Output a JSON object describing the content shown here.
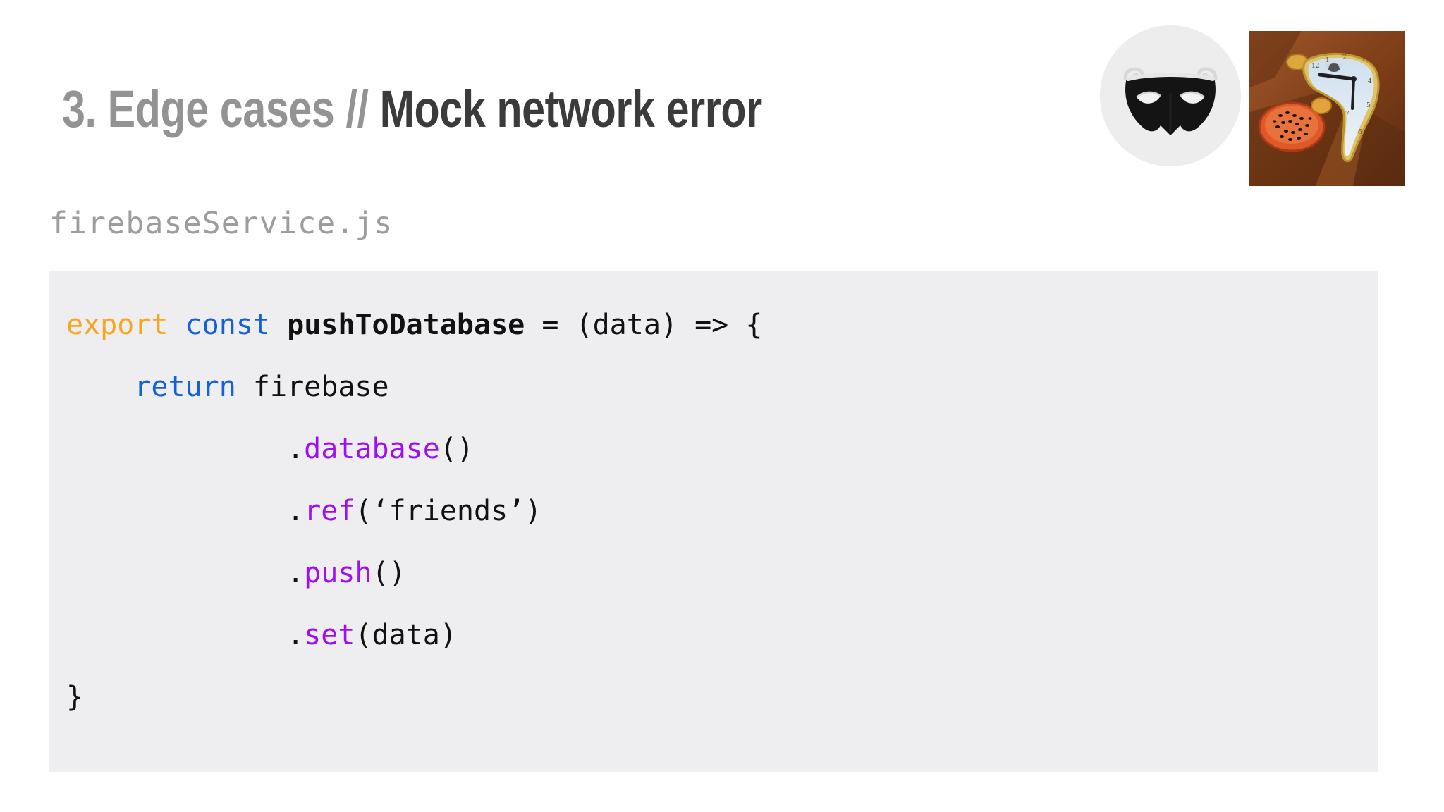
{
  "slide": {
    "background_color": "#ffffff",
    "title": {
      "prefix": "3. Edge cases // ",
      "prefix_color": "#939393",
      "main": "Mock network error",
      "main_color": "#3b3b3b"
    },
    "filename_caption": "firebaseService.js",
    "filename_color": "#9d9d9d"
  },
  "code_panel": {
    "background_color": "#eeedf0",
    "language": "javascript",
    "colors": {
      "export_keyword": "#f5a623",
      "declaration_keyword": "#1560d8",
      "function_name": "#111111",
      "method_name": "#9d0ff0",
      "plain": "#111111"
    },
    "lines": [
      {
        "indent": "",
        "tokens": [
          {
            "text": "export",
            "kind": "keyword-export"
          },
          {
            "text": " ",
            "kind": "plain"
          },
          {
            "text": "const",
            "kind": "keyword-decl"
          },
          {
            "text": " ",
            "kind": "plain"
          },
          {
            "text": "pushToDatabase",
            "kind": "fnname"
          },
          {
            "text": " = (data) => {",
            "kind": "plain"
          }
        ],
        "plain_text": "export const pushToDatabase = (data) => {"
      },
      {
        "indent": "    ",
        "tokens": [
          {
            "text": "return",
            "kind": "keyword-decl"
          },
          {
            "text": " firebase",
            "kind": "plain"
          }
        ],
        "plain_text": "    return firebase"
      },
      {
        "indent": "             ",
        "tokens": [
          {
            "text": ".",
            "kind": "plain"
          },
          {
            "text": "database",
            "kind": "method"
          },
          {
            "text": "()",
            "kind": "plain"
          }
        ],
        "plain_text": "             .database()"
      },
      {
        "indent": "             ",
        "tokens": [
          {
            "text": ".",
            "kind": "plain"
          },
          {
            "text": "ref",
            "kind": "method"
          },
          {
            "text": "(‘friends’)",
            "kind": "plain"
          }
        ],
        "plain_text": "             .ref(‘friends’)"
      },
      {
        "indent": "             ",
        "tokens": [
          {
            "text": ".",
            "kind": "plain"
          },
          {
            "text": "push",
            "kind": "method"
          },
          {
            "text": "()",
            "kind": "plain"
          }
        ],
        "plain_text": "             .push()"
      },
      {
        "indent": "             ",
        "tokens": [
          {
            "text": ".",
            "kind": "plain"
          },
          {
            "text": "set",
            "kind": "method"
          },
          {
            "text": "(data)",
            "kind": "plain"
          }
        ],
        "plain_text": "             .set(data)"
      },
      {
        "indent": "",
        "tokens": [
          {
            "text": "}",
            "kind": "plain"
          }
        ],
        "plain_text": "}"
      }
    ]
  },
  "decorations": {
    "mask_badge": {
      "icon": "theatre-mask-icon",
      "circle_color": "#ededed",
      "mask_color": "#141414"
    },
    "dali_thumbnail": {
      "icon": "melting-clock-painting",
      "description": "The Persistence of Memory detail",
      "sky_color": "#9ec3de",
      "ground_color": "#8a4a1e",
      "watch_color": "#e2a33a",
      "orange_watch_color": "#e2562a"
    }
  }
}
